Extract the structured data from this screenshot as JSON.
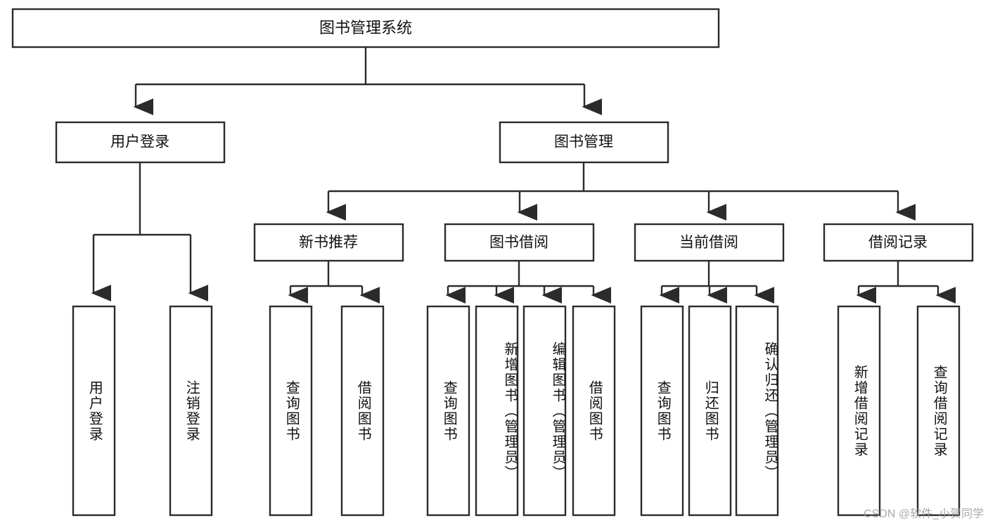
{
  "diagram": {
    "type": "tree-hierarchy",
    "root": {
      "id": "root",
      "label": "图书管理系统"
    },
    "level2": [
      {
        "id": "user-login",
        "label": "用户登录"
      },
      {
        "id": "book-management",
        "label": "图书管理"
      }
    ],
    "level3": [
      {
        "id": "new-book-recommend",
        "label": "新书推荐",
        "parent": "book-management"
      },
      {
        "id": "book-borrow",
        "label": "图书借阅",
        "parent": "book-management"
      },
      {
        "id": "current-borrow",
        "label": "当前借阅",
        "parent": "book-management"
      },
      {
        "id": "borrow-record",
        "label": "借阅记录",
        "parent": "book-management"
      }
    ],
    "leaves": [
      {
        "id": "leaf-user-login",
        "label": "用户登录",
        "parent": "user-login"
      },
      {
        "id": "leaf-logout-login",
        "label": "注销登录",
        "parent": "user-login"
      },
      {
        "id": "leaf-query-book-1",
        "label": "查询图书",
        "parent": "new-book-recommend"
      },
      {
        "id": "leaf-borrow-book-1",
        "label": "借阅图书",
        "parent": "new-book-recommend"
      },
      {
        "id": "leaf-query-book-2",
        "label": "查询图书",
        "parent": "book-borrow"
      },
      {
        "id": "leaf-add-book",
        "label": "新增图书（管理员）",
        "parent": "book-borrow"
      },
      {
        "id": "leaf-edit-book",
        "label": "编辑图书（管理员）",
        "parent": "book-borrow"
      },
      {
        "id": "leaf-borrow-book-2",
        "label": "借阅图书",
        "parent": "book-borrow"
      },
      {
        "id": "leaf-query-book-3",
        "label": "查询图书",
        "parent": "current-borrow"
      },
      {
        "id": "leaf-return-book",
        "label": "归还图书",
        "parent": "current-borrow"
      },
      {
        "id": "leaf-confirm-return",
        "label": "确认归还（管理员）",
        "parent": "current-borrow"
      },
      {
        "id": "leaf-add-record",
        "label": "新增借阅记录",
        "parent": "borrow-record"
      },
      {
        "id": "leaf-query-record",
        "label": "查询借阅记录",
        "parent": "borrow-record"
      }
    ]
  },
  "watermark": {
    "text": "CSDN @软件_小贺同学"
  },
  "colors": {
    "stroke": "#2b2b2b",
    "box_fill": "#ffffff",
    "text": "#111111",
    "background": "#ffffff",
    "watermark": "#9a9a9a"
  }
}
